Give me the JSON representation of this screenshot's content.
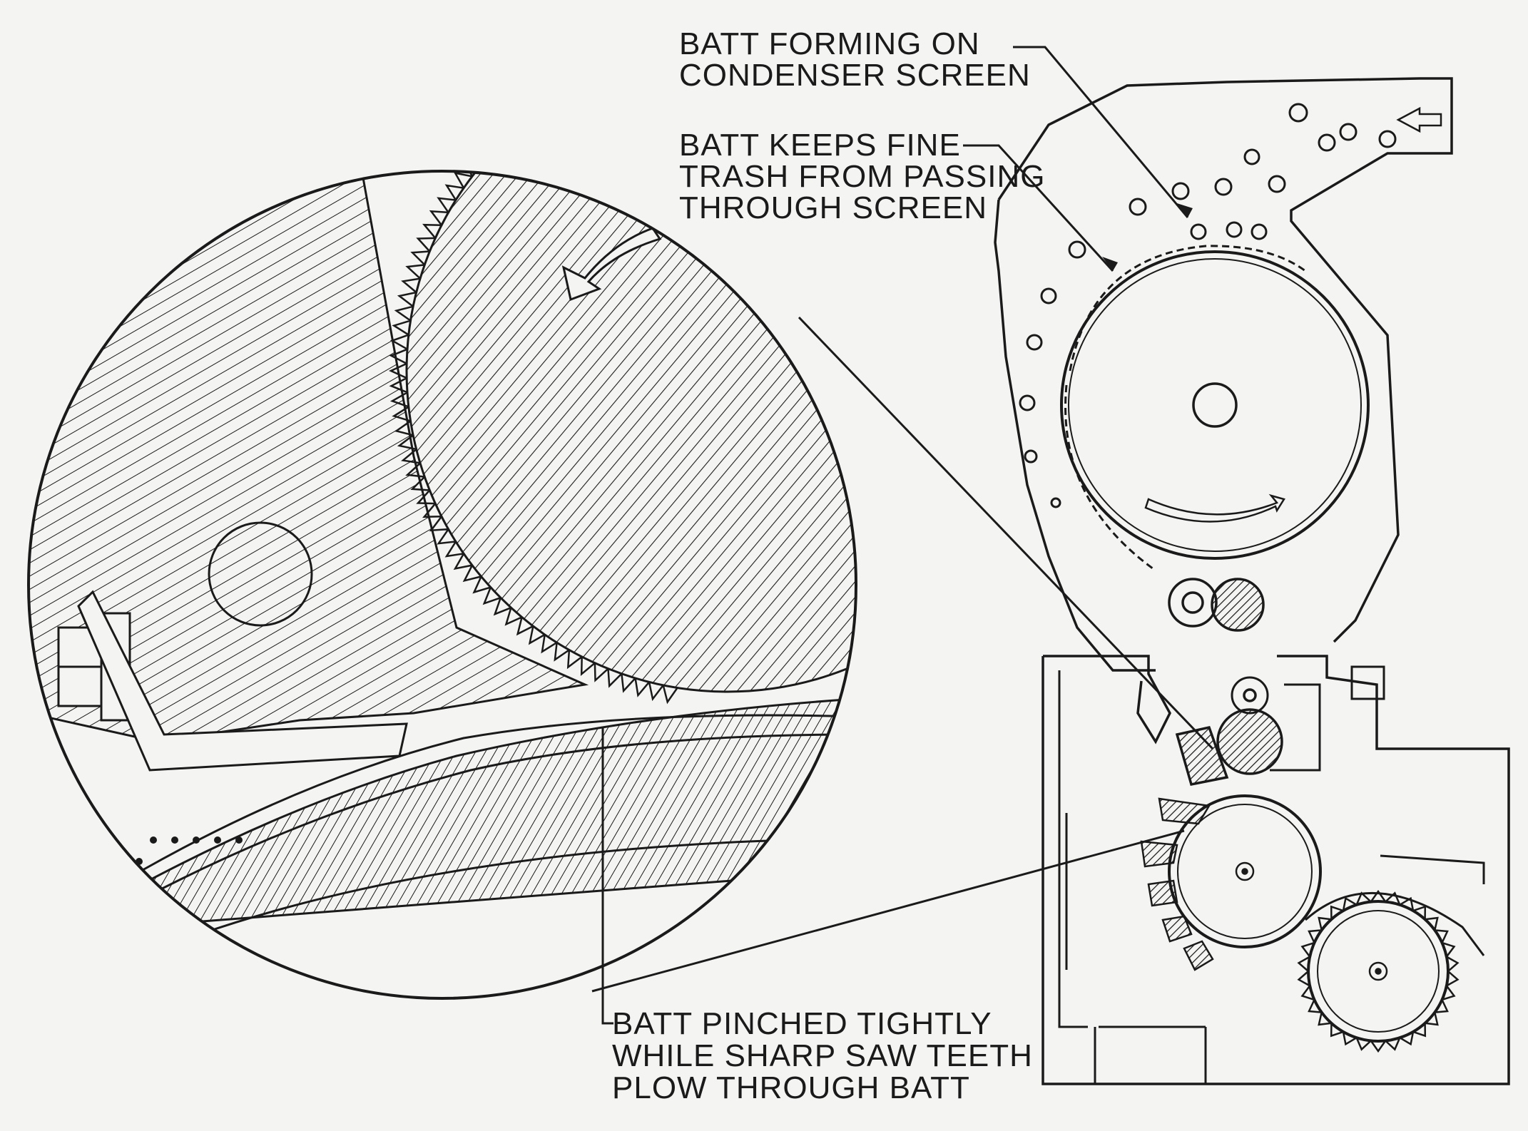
{
  "labels": {
    "condenser": [
      "BATT FORMING ON",
      "CONDENSER SCREEN"
    ],
    "fine_trash": [
      "BATT KEEPS FINE",
      "TRASH FROM PASSING",
      "THROUGH SCREEN"
    ],
    "pinched": [
      "BATT PINCHED TIGHTLY",
      "WHILE SHARP SAW TEETH",
      "PLOW THROUGH BATT"
    ]
  },
  "colors": {
    "ink": "#1a1a1a",
    "paper": "#f4f4f2"
  },
  "icons": [
    "rotation-arrow-icon",
    "inlet-arrow-icon"
  ]
}
